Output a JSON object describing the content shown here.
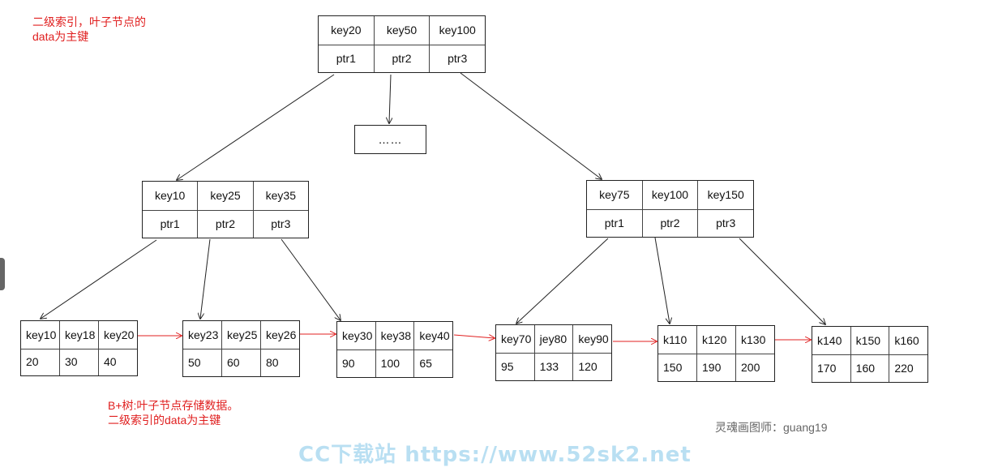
{
  "notes": {
    "top_left": "二级索引，叶子节点的\ndata为主键",
    "bottom": "B+树:叶子节点存储数据。\n二级索引的data为主键"
  },
  "credit": "灵魂画图师：guang19",
  "watermark": "CC下载站 https://www.52sk2.net",
  "nodes": {
    "root": {
      "keys": [
        "key20",
        "key50",
        "key100"
      ],
      "ptrs": [
        "ptr1",
        "ptr2",
        "ptr3"
      ]
    },
    "middle": {
      "label": "……"
    },
    "left": {
      "keys": [
        "key10",
        "key25",
        "key35"
      ],
      "ptrs": [
        "ptr1",
        "ptr2",
        "ptr3"
      ]
    },
    "right": {
      "keys": [
        "key75",
        "key100",
        "key150"
      ],
      "ptrs": [
        "ptr1",
        "ptr2",
        "ptr3"
      ]
    },
    "leaves": [
      {
        "keys": [
          "key10",
          "key18",
          "key20"
        ],
        "data": [
          "20",
          "30",
          "40"
        ]
      },
      {
        "keys": [
          "key23",
          "key25",
          "key26"
        ],
        "data": [
          "50",
          "60",
          "80"
        ]
      },
      {
        "keys": [
          "key30",
          "key38",
          "key40"
        ],
        "data": [
          "90",
          "100",
          "65"
        ]
      },
      {
        "keys": [
          "key70",
          "jey80",
          "key90"
        ],
        "data": [
          "95",
          "133",
          "120"
        ]
      },
      {
        "keys": [
          "k110",
          "k120",
          "k130"
        ],
        "data": [
          "150",
          "190",
          "200"
        ]
      },
      {
        "keys": [
          "k140",
          "k150",
          "k160"
        ],
        "data": [
          "170",
          "160",
          "220"
        ]
      }
    ]
  },
  "colors": {
    "text_note": "#e02020",
    "leaf_link": "#e02020",
    "edge": "#222222"
  }
}
